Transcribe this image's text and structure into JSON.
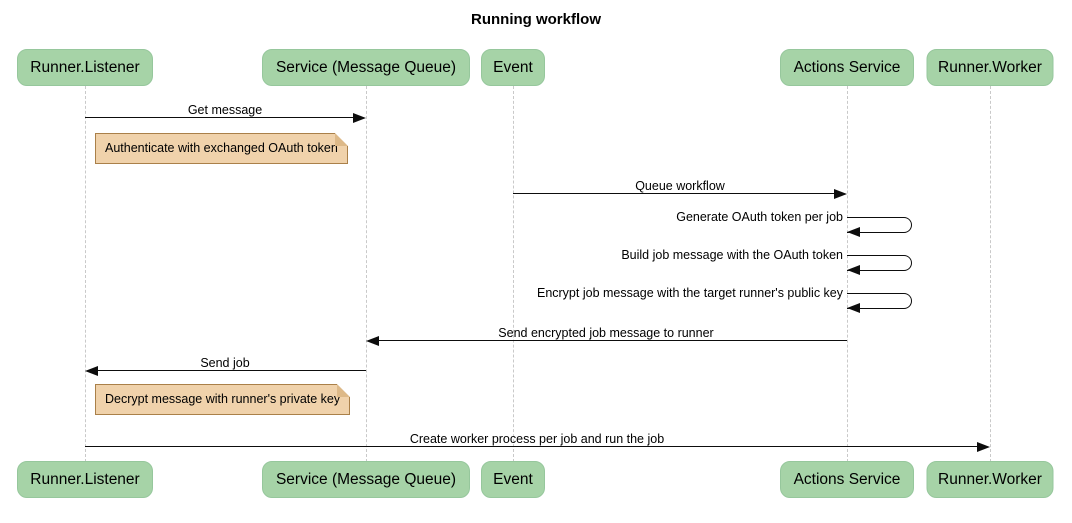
{
  "title": "Running workflow",
  "participants": [
    {
      "label": "Runner.Listener"
    },
    {
      "label": "Service (Message Queue)"
    },
    {
      "label": "Event"
    },
    {
      "label": "Actions Service"
    },
    {
      "label": "Runner.Worker"
    }
  ],
  "messages": [
    {
      "label": "Get message",
      "from": "Runner.Listener",
      "to": "Service (Message Queue)",
      "type": "arrow-right"
    },
    {
      "label": "Queue workflow",
      "from": "Event",
      "to": "Actions Service",
      "type": "arrow-right"
    },
    {
      "label": "Generate OAuth token per job",
      "from": "Actions Service",
      "to": "Actions Service",
      "type": "self-loop"
    },
    {
      "label": "Build job message with the OAuth token",
      "from": "Actions Service",
      "to": "Actions Service",
      "type": "self-loop"
    },
    {
      "label": "Encrypt job message with the target runner's public key",
      "from": "Actions Service",
      "to": "Actions Service",
      "type": "self-loop"
    },
    {
      "label": "Send encrypted job message to runner",
      "from": "Actions Service",
      "to": "Service (Message Queue)",
      "type": "arrow-left"
    },
    {
      "label": "Send job",
      "from": "Service (Message Queue)",
      "to": "Runner.Listener",
      "type": "arrow-left"
    },
    {
      "label": "Create worker process per job and run the job",
      "from": "Runner.Listener",
      "to": "Runner.Worker",
      "type": "arrow-right"
    }
  ],
  "notes": [
    {
      "label": "Authenticate with exchanged OAuth token",
      "over": "Runner.Listener"
    },
    {
      "label": "Decrypt message with runner's private key",
      "over": "Runner.Listener"
    }
  ],
  "colors": {
    "participant_fill": "#a6d3a7",
    "participant_border": "#96c79c",
    "note_fill": "#f0d2ab",
    "note_border": "#aa8049",
    "lifeline": "#c9c9c9",
    "arrow": "#0d0d0d"
  }
}
